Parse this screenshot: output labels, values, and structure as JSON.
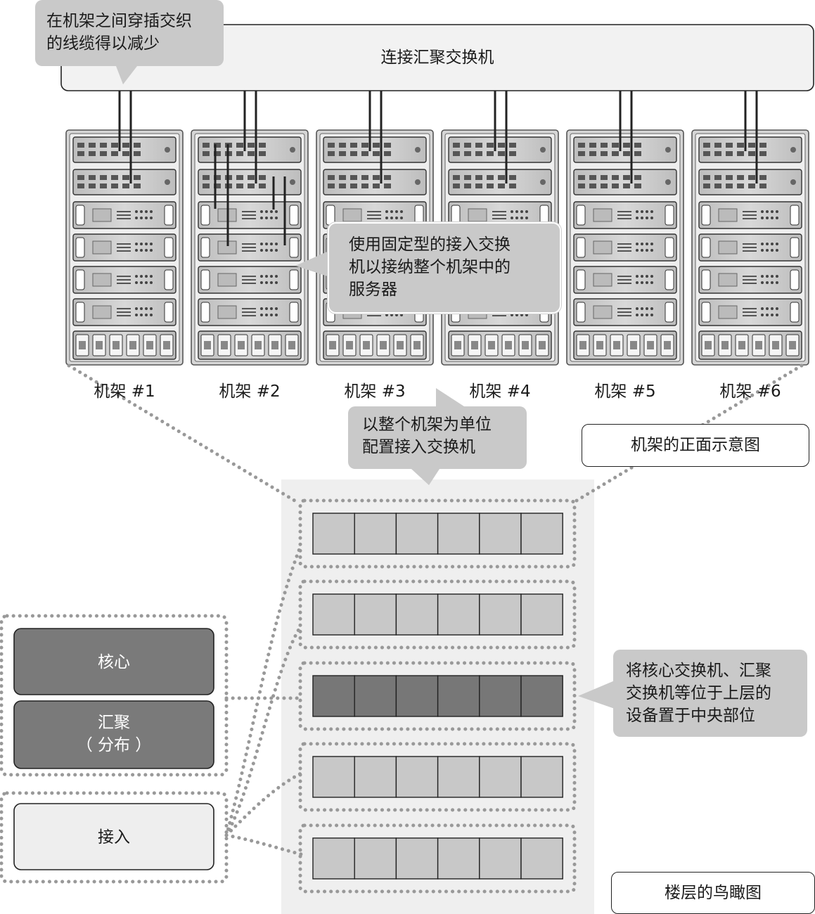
{
  "callouts": {
    "cables": "在机架之间穿插交织\n的线缆得以减少",
    "fixed_switch": "使用固定型的接入交换\n机以接纳整个机架中的\n服务器",
    "per_rack": "以整个机架为单位\n配置接入交换机",
    "central": "将核心交换机、汇聚\n交换机等位于上层的\n设备置于中央部位"
  },
  "aggregation_switch": "连接汇聚交换机",
  "racks": [
    {
      "label": "机架 #1"
    },
    {
      "label": "机架 #2"
    },
    {
      "label": "机架 #3"
    },
    {
      "label": "机架 #4"
    },
    {
      "label": "机架 #5"
    },
    {
      "label": "机架 #6"
    }
  ],
  "captions": {
    "rack_front": "机架的正面示意图",
    "floor_view": "楼层的鸟瞰图"
  },
  "layers": {
    "core": "核心",
    "aggregation": "汇聚\n（ 分布 ）",
    "access": "接入"
  },
  "colors": {
    "callout_gray": "#c9c9c9",
    "rack_fill": "#cccccc",
    "core_row_fill": "#777777",
    "access_row_fill": "#c8c8c8",
    "layer_dark": "#7a7a7a",
    "floor_bg": "#efefef"
  }
}
